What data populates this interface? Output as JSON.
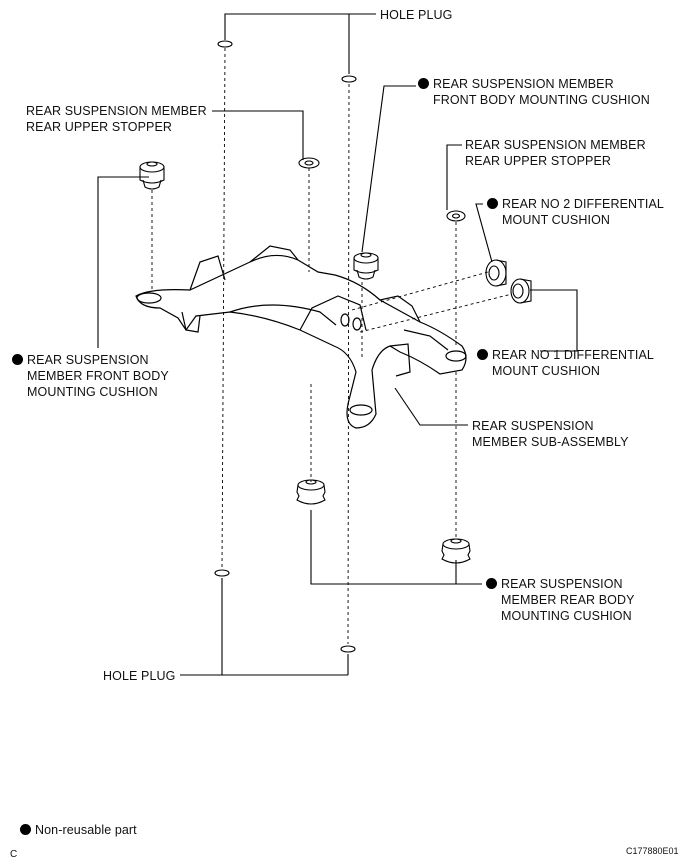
{
  "labels": {
    "hole_plug_top": "HOLE PLUG",
    "hole_plug_bottom": "HOLE PLUG",
    "upper_stopper_left": [
      "REAR SUSPENSION MEMBER",
      "REAR UPPER STOPPER"
    ],
    "upper_stopper_right": [
      "REAR SUSPENSION MEMBER",
      "REAR UPPER STOPPER"
    ],
    "front_cushion_top": [
      "REAR SUSPENSION MEMBER",
      "FRONT BODY MOUNTING CUSHION"
    ],
    "front_cushion_left": [
      "REAR SUSPENSION",
      "MEMBER FRONT BODY",
      "MOUNTING CUSHION"
    ],
    "diff_mount_2": [
      "REAR NO  2 DIFFERENTIAL",
      "MOUNT CUSHION"
    ],
    "diff_mount_1": [
      "REAR NO  1 DIFFERENTIAL",
      "MOUNT CUSHION"
    ],
    "sub_assembly": [
      "REAR SUSPENSION",
      "MEMBER SUB-ASSEMBLY"
    ],
    "rear_cushion": [
      "REAR SUSPENSION",
      "MEMBER REAR BODY",
      "MOUNTING CUSHION"
    ]
  },
  "legend": {
    "text": "Non-reusable part"
  },
  "footer": {
    "corner_letter": "C",
    "figure_id": "C177880E01"
  }
}
